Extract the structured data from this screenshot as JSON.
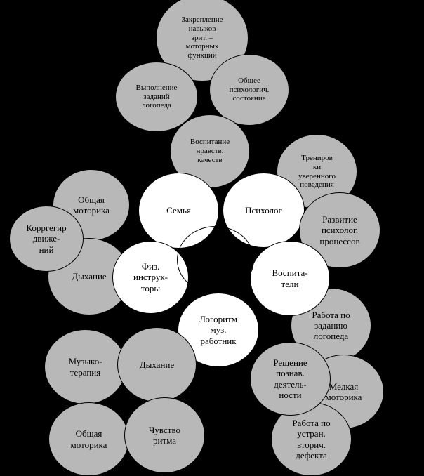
{
  "bubbles": {
    "zakreplenie": "Закрепление\nнавыков\nзрит. –\nмоторных\nфункций",
    "vypolnenie": "Выполнение\nзаданий\nлогопеда",
    "obshchee": "Общее\nпсихологич.\nсостояние",
    "vospitanie": "Воспитание\nнравств.\nкачеств",
    "trenirovki": "Трениров\nки\nуверенного\nповедения",
    "semya": "Семья",
    "psiholog": "Психолог",
    "obshchaya_motorika_top": "Общая\nмоторика",
    "korregir": "Корргегир\nдвиже-\nний",
    "razvitie": "Развитие\nпсихолог.\nпроцессов",
    "dyhanie_top": "Дыхание",
    "fiz": "Физ.\nинструк-\nторы",
    "vospitateli": "Воспита-\nтели",
    "rabota_zadaniyu": "Работа по\nзаданию\nлогопеда",
    "logoritm": "Логоритм\nмуз.\nработник",
    "muzykoterapiya": "Музыко-\nтерапия",
    "dyhanie_bottom": "Дыхание",
    "reshenie": "Решение\nпознав.\nдеятель-\nности",
    "melkaya": "Мелкая\nмоторика",
    "obshchaya_motorika_bottom": "Общая\nмоторика",
    "chuvstvo": "Чувство\nритма",
    "rabota_ustran": "Работа по\nустран.\nвторич.\nдефекта"
  },
  "colors": {
    "background": "#000000",
    "satellite_fill": "#b8b8b8",
    "hub_fill": "#ffffff",
    "outline": "#000000"
  }
}
